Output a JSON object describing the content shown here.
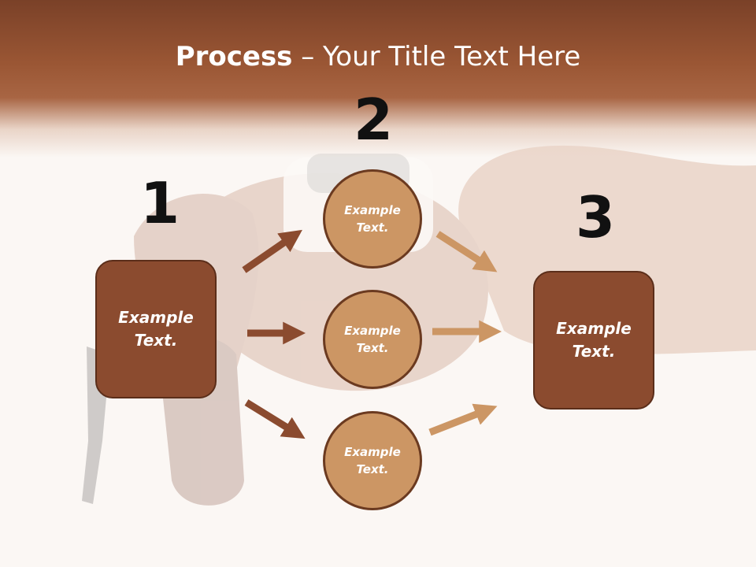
{
  "title": {
    "bold": "Process",
    "rest": " – Your Title Text Here"
  },
  "steps": {
    "one": "1",
    "two": "2",
    "three": "3"
  },
  "left_box": {
    "line1": "Example",
    "line2": "Text."
  },
  "right_box": {
    "line1": "Example",
    "line2": "Text."
  },
  "circles": [
    {
      "line1": "Example",
      "line2": "Text."
    },
    {
      "line1": "Example",
      "line2": "Text."
    },
    {
      "line1": "Example",
      "line2": "Text."
    }
  ],
  "colors": {
    "header": "#9a5634",
    "box_fill": "#8b4b2f",
    "circle_fill": "#cc9664",
    "arrow_dark": "#8b4b2f",
    "arrow_light": "#cc9664"
  }
}
